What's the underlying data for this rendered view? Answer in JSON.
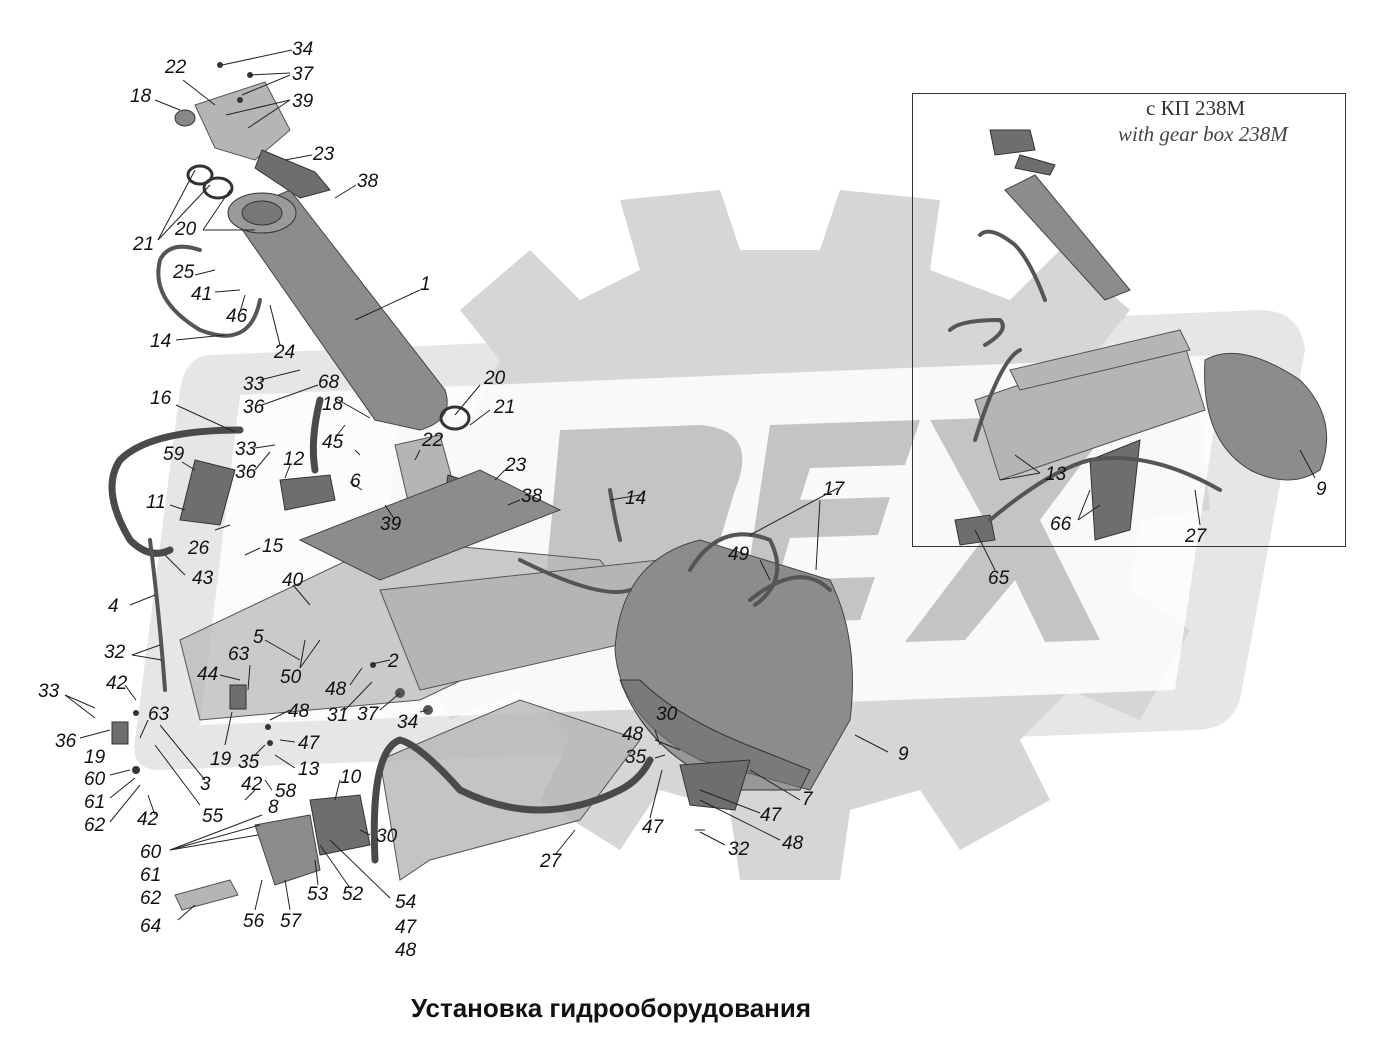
{
  "title": "Установка гидрооборудования",
  "inset": {
    "label_ru": "с КП 238М",
    "label_en": "with gear box 238M"
  },
  "watermark_text": "REX",
  "callouts": [
    "34",
    "37",
    "22",
    "39",
    "18",
    "23",
    "38",
    "21",
    "20",
    "25",
    "41",
    "46",
    "24",
    "1",
    "14",
    "33",
    "68",
    "36",
    "16",
    "18",
    "45",
    "22",
    "20",
    "21",
    "23",
    "59",
    "33",
    "36",
    "12",
    "6",
    "38",
    "11",
    "26",
    "15",
    "39",
    "14",
    "17",
    "49",
    "43",
    "4",
    "40",
    "5",
    "50",
    "2",
    "32",
    "44",
    "63",
    "42",
    "33",
    "48",
    "31",
    "37",
    "34",
    "36",
    "63",
    "48",
    "19",
    "19",
    "47",
    "35",
    "13",
    "60",
    "61",
    "62",
    "42",
    "55",
    "3",
    "58",
    "42",
    "8",
    "10",
    "30",
    "27",
    "30",
    "48",
    "35",
    "47",
    "9",
    "7",
    "47",
    "48",
    "32",
    "60",
    "61",
    "62",
    "64",
    "56",
    "57",
    "53",
    "52",
    "54",
    "47",
    "48",
    "13",
    "27",
    "66",
    "65",
    "9"
  ]
}
